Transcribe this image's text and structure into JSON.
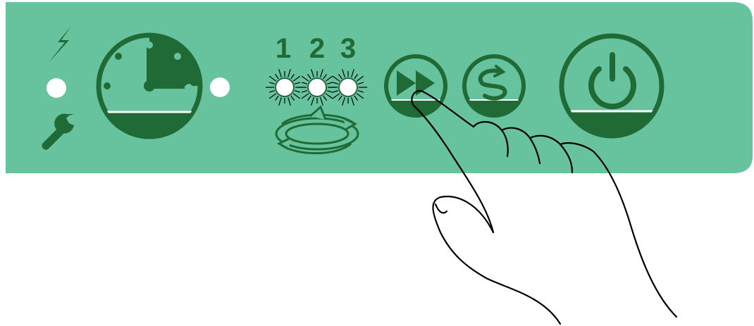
{
  "panel": {
    "colors": {
      "panel_fill": "#67c39e",
      "dark_green": "#1f6a35",
      "led_white": "#ffffff",
      "outline": "#000000"
    },
    "indicators": {
      "power_led_icon": "lightning-icon",
      "service_led_icon": "wrench-icon"
    },
    "timer_dial": {
      "icon": "clock-dial-icon",
      "elapsed_fraction": 0.25
    },
    "program_selector": {
      "labels": [
        "1",
        "2",
        "3"
      ],
      "leds_lit": [
        true,
        true,
        true
      ],
      "icon": "rotation-arrows-icon"
    },
    "buttons": [
      {
        "name": "fast-forward-button",
        "icon": "fast-forward-icon"
      },
      {
        "name": "cycle-button",
        "icon": "cycle-icon"
      },
      {
        "name": "power-button",
        "icon": "power-icon"
      }
    ],
    "pointer": {
      "icon": "hand-pointer-icon",
      "target": "fast-forward-button"
    }
  }
}
